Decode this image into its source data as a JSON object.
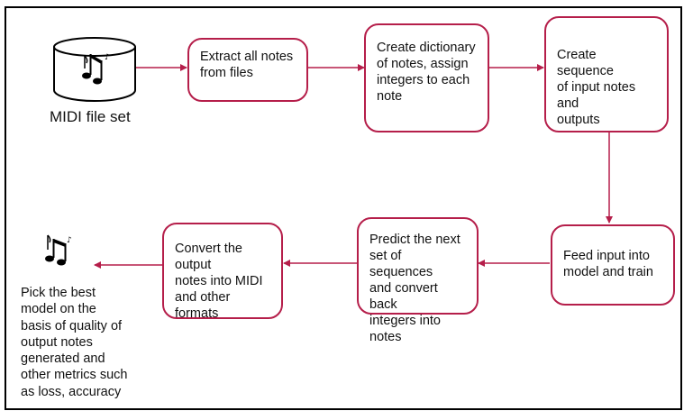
{
  "diagram": {
    "nodes": [
      {
        "id": "midi",
        "text": "MIDI file set"
      },
      {
        "id": "extract",
        "text": "Extract all notes\nfrom files"
      },
      {
        "id": "dictionary",
        "text": "Create dictionary\nof notes, assign\nintegers to each\nnote"
      },
      {
        "id": "sequence",
        "text": "Create sequence\nof input notes and\noutputs"
      },
      {
        "id": "feed",
        "text": "Feed input into\nmodel and train"
      },
      {
        "id": "predict",
        "text": "Predict the next\nset of sequences\nand convert back\nintegers into notes"
      },
      {
        "id": "convert",
        "text": "Convert the output\nnotes into MIDI\nand other formats"
      },
      {
        "id": "pick",
        "text": "Pick the best\nmodel on the\nbasis of quality of\noutput notes\ngenerated and\nother metrics such\nas loss, accuracy"
      }
    ],
    "edges": [
      {
        "from": "midi",
        "to": "extract"
      },
      {
        "from": "extract",
        "to": "dictionary"
      },
      {
        "from": "dictionary",
        "to": "sequence"
      },
      {
        "from": "sequence",
        "to": "feed"
      },
      {
        "from": "feed",
        "to": "predict"
      },
      {
        "from": "predict",
        "to": "convert"
      },
      {
        "from": "convert",
        "to": "pick"
      }
    ],
    "colors": {
      "edge": "#b51e4a",
      "node_border": "#b51e4a",
      "frame": "#000000"
    },
    "icons": [
      "midi-database-icon",
      "music-notes-icon"
    ]
  }
}
